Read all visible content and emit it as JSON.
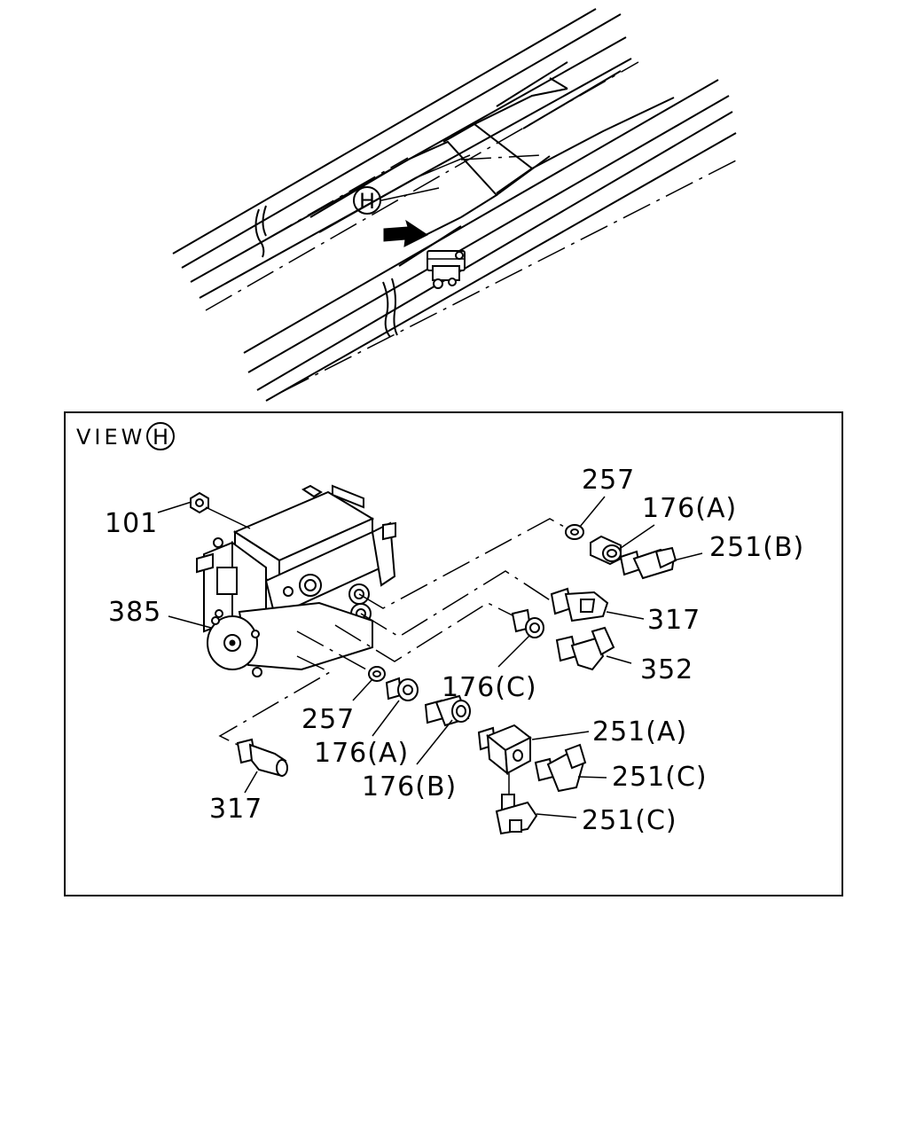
{
  "top_view": {
    "callout_letter": "H"
  },
  "detail_view": {
    "title": "VIEW",
    "title_letter": "H"
  },
  "labels": {
    "p101": "101",
    "p385": "385",
    "p257_top": "257",
    "p176A_top": "176(A)",
    "p251B": "251(B)",
    "p317_right": "317",
    "p352": "352",
    "p176C": "176(C)",
    "p257_bottom": "257",
    "p176A_bottom": "176(A)",
    "p176B": "176(B)",
    "p251A": "251(A)",
    "p251C_upper": "251(C)",
    "p251C_lower": "251(C)",
    "p317_bottom": "317"
  }
}
